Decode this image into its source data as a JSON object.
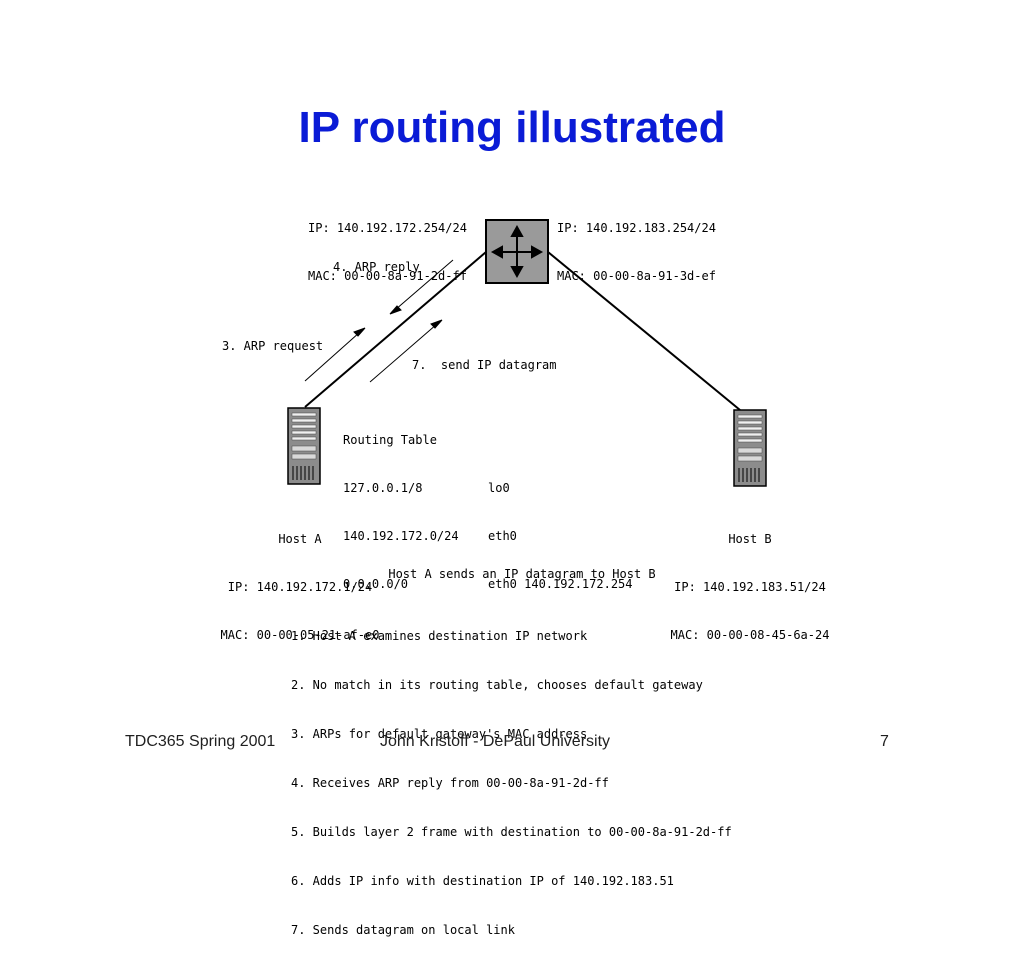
{
  "slide": {
    "title": "IP routing illustrated",
    "title_color": "#0a1bd6"
  },
  "router": {
    "left_if": {
      "ip": "IP: 140.192.172.254/24",
      "mac": "MAC: 00-00-8a-91-2d-ff"
    },
    "right_if": {
      "ip": "IP: 140.192.183.254/24",
      "mac": "MAC: 00-00-8a-91-3d-ef"
    },
    "icon": "router-icon"
  },
  "arrows": {
    "arp_reply": "4. ARP reply",
    "arp_request": "3. ARP request",
    "send_datagram": "7.  send IP datagram"
  },
  "routing_table": {
    "title": "Routing Table",
    "rows": [
      {
        "dest": "127.0.0.1/8",
        "iface": "lo0"
      },
      {
        "dest": "140.192.172.0/24",
        "iface": "eth0"
      },
      {
        "dest": "0.0.0.0/0",
        "iface": "eth0 140.192.172.254"
      }
    ]
  },
  "host_a": {
    "name": "Host A",
    "ip": "IP: 140.192.172.1/24",
    "mac": "MAC: 00-00-05-21-af-e0",
    "icon": "server-icon"
  },
  "host_b": {
    "name": "Host B",
    "ip": "IP: 140.192.183.51/24",
    "mac": "MAC: 00-00-08-45-6a-24",
    "icon": "server-icon"
  },
  "caption": "Host A sends an IP datagram to Host B",
  "steps": [
    "1. Host A examines destination IP network",
    "2. No match in its routing table, chooses default gateway",
    "3. ARPs for default gateway's MAC address",
    "4. Receives ARP reply from 00-00-8a-91-2d-ff",
    "5. Builds layer 2 frame with destination to 00-00-8a-91-2d-ff",
    "6. Adds IP info with destination IP of 140.192.183.51",
    "7. Sends datagram on local link"
  ],
  "footer": {
    "course": "TDC365 Spring 2001",
    "author": "John Kristoff - DePaul University",
    "page": "7"
  }
}
